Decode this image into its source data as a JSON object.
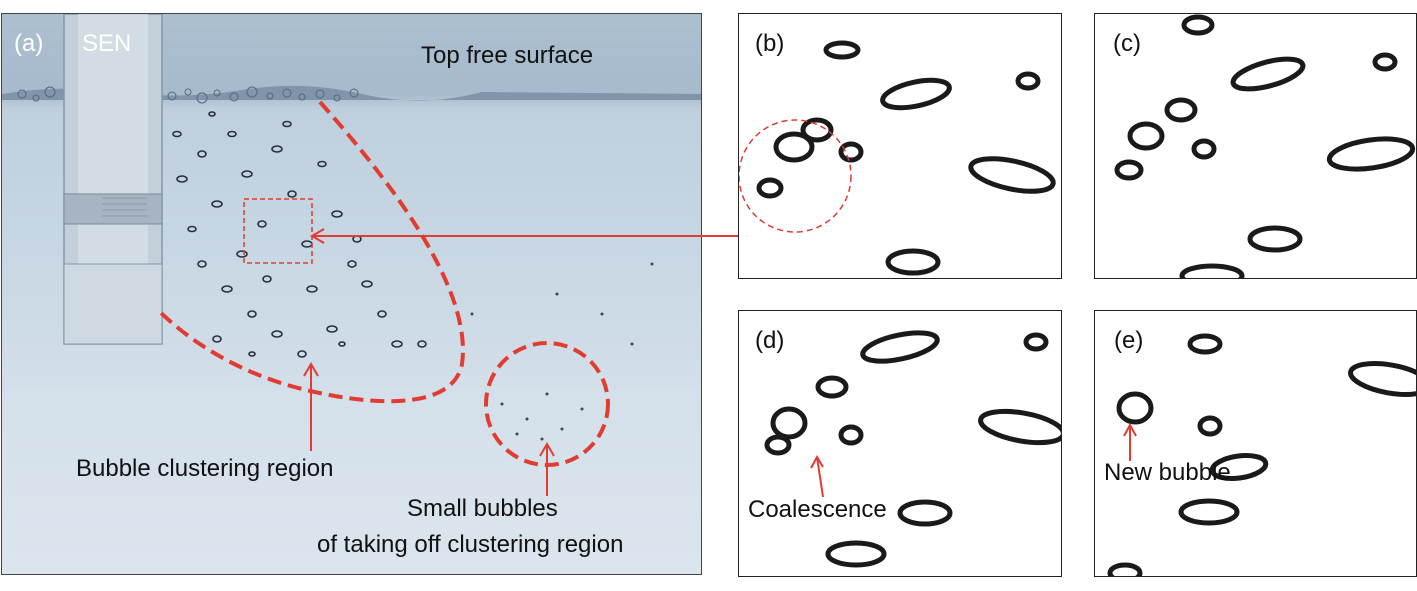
{
  "panel_a": {
    "label": "(a)",
    "sen_label": "SEN",
    "top_surface_label": "Top free surface",
    "cluster_label": "Bubble clustering region",
    "small_bubbles_line1": "Small bubbles",
    "small_bubbles_line2": "of taking off clustering region"
  },
  "panel_b": {
    "label": "(b)"
  },
  "panel_c": {
    "label": "(c)"
  },
  "panel_d": {
    "label": "(d)",
    "annotation": "Coalescence"
  },
  "panel_e": {
    "label": "(e)",
    "annotation": "New bubble"
  },
  "colors": {
    "annotation_red": "#e03c31",
    "bubble_dark": "#1a1a1a",
    "water_blue": "#bfcfdd"
  }
}
